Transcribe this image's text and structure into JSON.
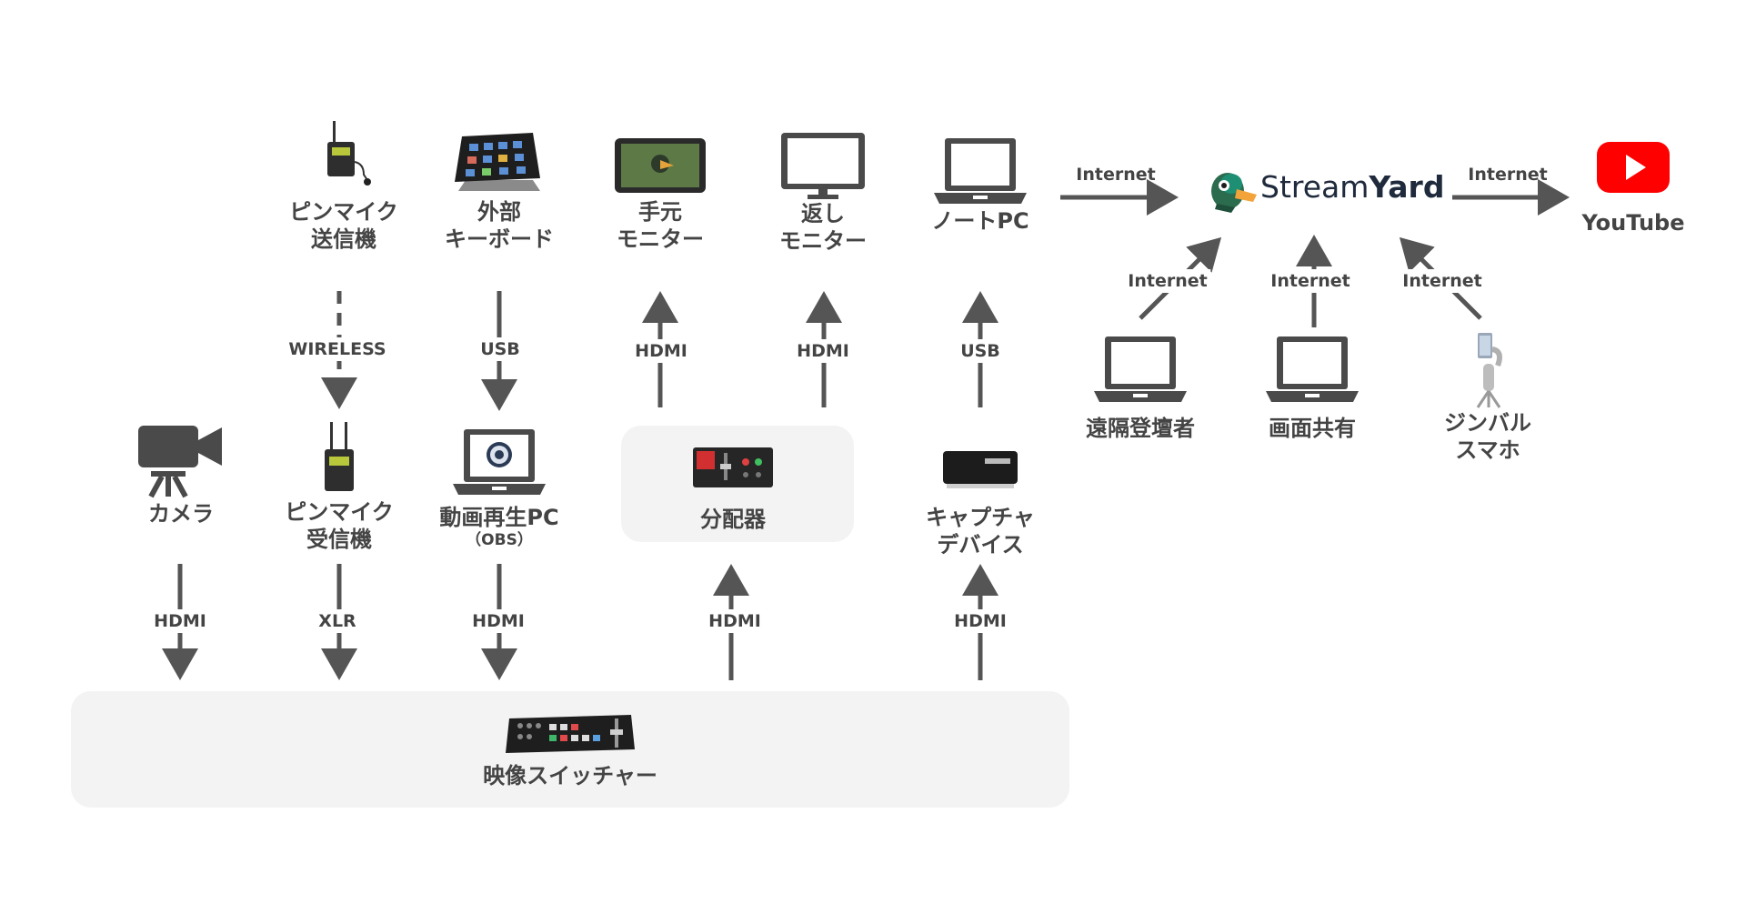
{
  "nodes": {
    "pin_tx": [
      "ピンマイク",
      "送信機"
    ],
    "keyboard": [
      "外部",
      "キーボード"
    ],
    "hand_monitor": [
      "手元",
      "モニター"
    ],
    "return_monitor": [
      "返し",
      "モニター"
    ],
    "notebook": "ノートPC",
    "youtube": "YouTube",
    "camera": "カメラ",
    "pin_rx": [
      "ピンマイク",
      "受信機"
    ],
    "obs_pc": "動画再生PC",
    "obs_pc_sub": "（OBS）",
    "splitter": "分配器",
    "capture": [
      "キャプチャ",
      "デバイス"
    ],
    "remote": "遠隔登壇者",
    "screen_share": "画面共有",
    "gimbal": [
      "ジンバル",
      "スマホ"
    ],
    "switcher": "映像スイッチャー"
  },
  "brand": {
    "stream": "Stream",
    "yard": "Yard"
  },
  "connections": {
    "wireless": "WIRELESS",
    "usb_keyboard": "USB",
    "hdmi_hand": "HDMI",
    "hdmi_return": "HDMI",
    "usb_notebook": "USB",
    "internet_to_sy": "Internet",
    "internet_to_yt": "Internet",
    "internet_remote": "Internet",
    "internet_share": "Internet",
    "internet_gimbal": "Internet",
    "hdmi_camera": "HDMI",
    "xlr": "XLR",
    "hdmi_obs": "HDMI",
    "hdmi_splitter": "HDMI",
    "hdmi_capture": "HDMI"
  },
  "colors": {
    "line": "#555555",
    "icon": "#4a4a4a",
    "panel": "#f3f3f3",
    "youtube": "#ff0000",
    "brand_text": "#1f2a3c"
  },
  "icons": {
    "camera": "video-camera-icon",
    "pin_tx": "lavalier-transmitter-icon",
    "pin_rx": "wireless-receiver-icon",
    "keyboard": "stream-deck-icon",
    "obs_pc": "laptop-obs-icon",
    "hand_monitor": "field-monitor-icon",
    "return_monitor": "desktop-monitor-icon",
    "notebook": "laptop-icon",
    "splitter": "splitter-device-icon",
    "capture": "capture-device-icon",
    "switcher": "video-switcher-icon",
    "streamyard": "streamyard-duck-icon",
    "youtube": "youtube-play-icon",
    "remote": "laptop-icon",
    "screen_share": "laptop-icon",
    "gimbal": "smartphone-gimbal-icon"
  }
}
